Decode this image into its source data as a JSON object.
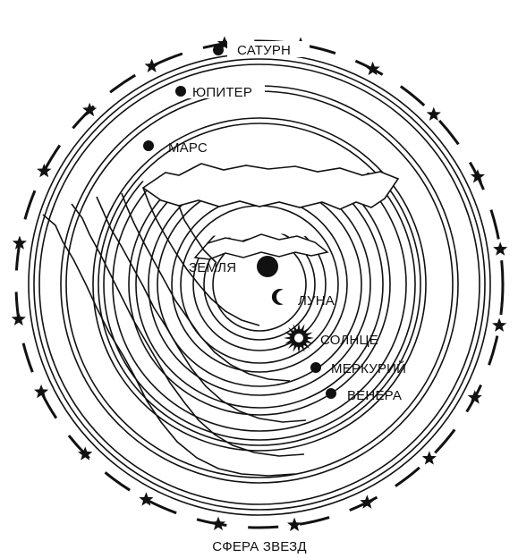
{
  "labels": {
    "saturn": "САТУРН",
    "jupiter": "ЮПИТЕР",
    "mars": "МАРС",
    "earth": "ЗЕМЛЯ",
    "moon": "ЛУНА",
    "sun": "СОЛНЦЕ",
    "mercury": "МЕРКУРИЙ",
    "venus": "ВЕНЕРА",
    "caption": "СФЕРА ЗВЕЗД"
  },
  "colors": {
    "ink": "#111111",
    "background": "#ffffff"
  }
}
